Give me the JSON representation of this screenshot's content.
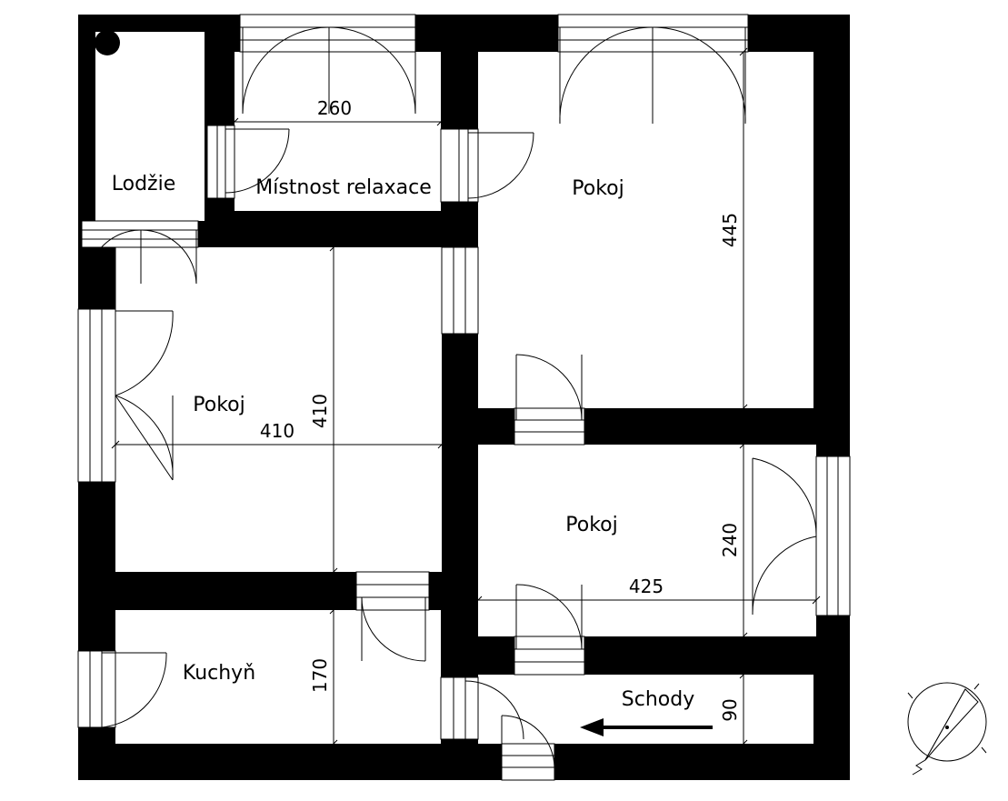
{
  "rooms": {
    "lodzie": "Lodžie",
    "relax": "Místnost relaxace",
    "pokoj_top": "Pokoj",
    "pokoj_left": "Pokoj",
    "pokoj_right": "Pokoj",
    "kuchyn": "Kuchyň",
    "schody": "Schody"
  },
  "dimensions": {
    "relax_width": "260",
    "pokoj_top_height": "445",
    "pokoj_left_width": "410",
    "pokoj_left_height": "410",
    "pokoj_right_height": "240",
    "pokoj_right_width": "425",
    "kuchyn_height": "170",
    "schody_height": "90"
  }
}
